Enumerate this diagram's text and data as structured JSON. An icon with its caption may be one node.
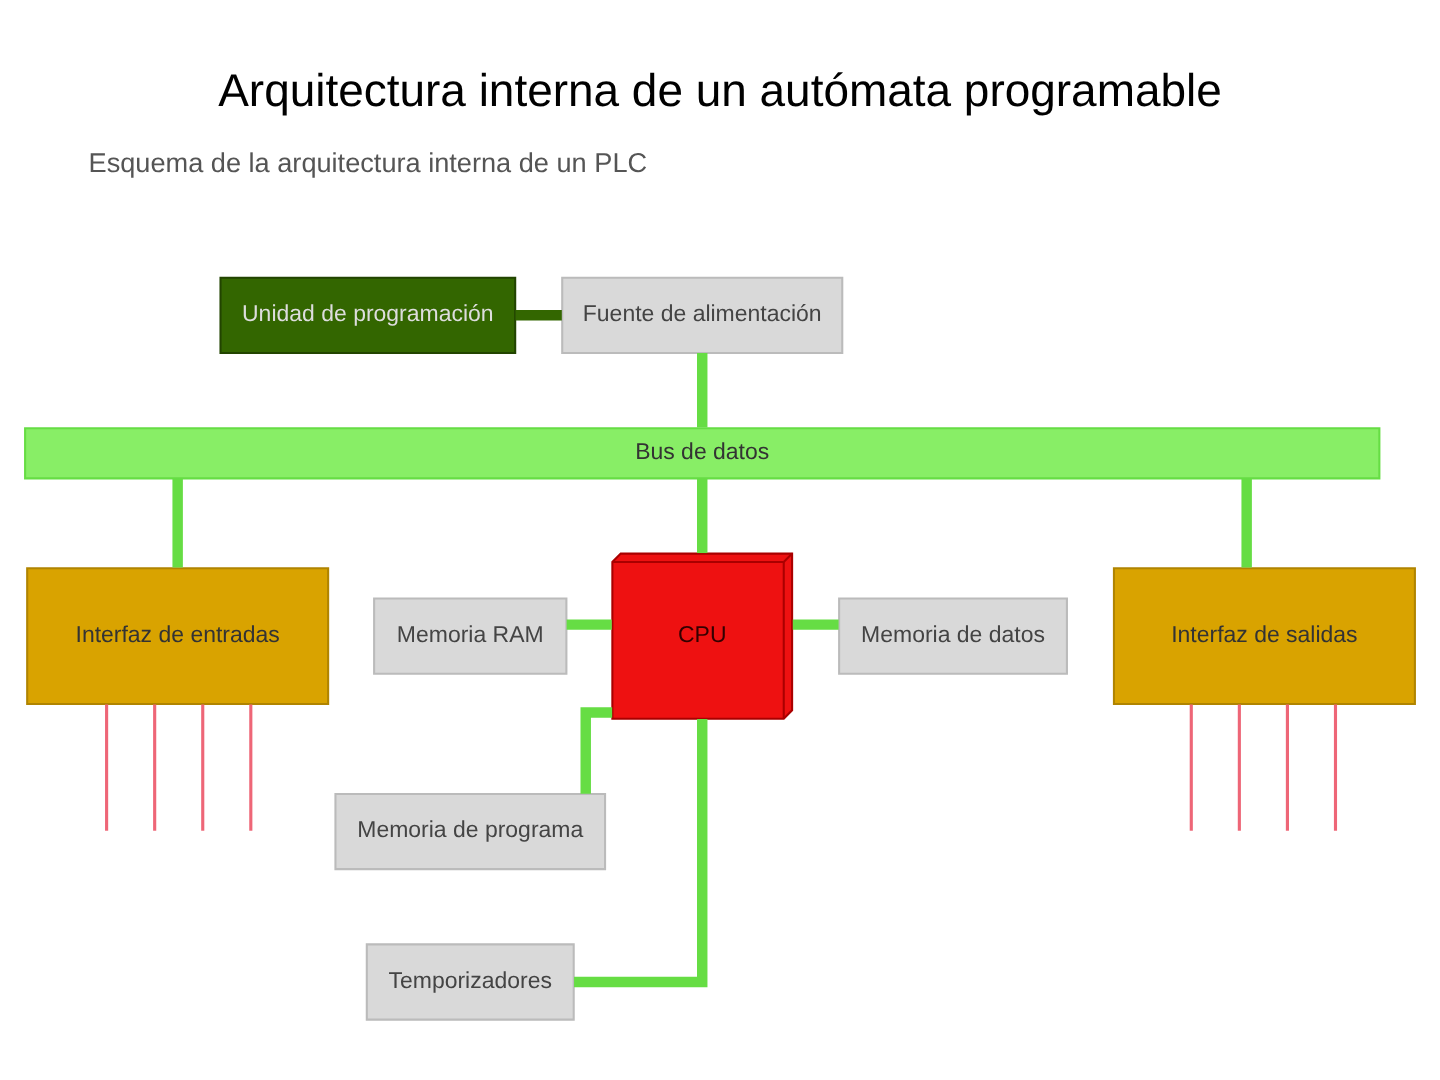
{
  "diagram": {
    "title": "Arquitectura interna de un autómata programable",
    "nodes": [
      {
        "text": [
          "Unidad de programación"
        ]
      },
      {
        "text": [
          "Fuente de alimentación"
        ]
      },
      {
        "text": [
          "Bus de datos"
        ]
      },
      {
        "text": [
          "Interfaz de entradas"
        ]
      },
      {
        "text": [
          "Memoria RAM"
        ]
      },
      {
        "text": [
          "Memoria de programa"
        ]
      },
      {
        "text": [
          "Temporizadores"
        ]
      },
      {
        "text": [
          "CPU"
        ]
      },
      {
        "text": [
          "Memoria de datos"
        ]
      },
      {
        "text": [
          "Interfaz de salidas"
        ]
      }
    ],
    "edges": [
      {
        "from": 0,
        "to": 1,
        "arrow": "none",
        "color": "#336600"
      },
      {
        "from": 1,
        "to": 2,
        "arrow": "none"
      },
      {
        "from": 2,
        "to": 3,
        "arrow": "none"
      },
      {
        "from": 2,
        "to": 7,
        "arrow": "none"
      },
      {
        "from": 2,
        "to": 9,
        "arrow": "none"
      },
      {
        "from": 4,
        "to": 7,
        "arrow": "none"
      },
      {
        "from": 5,
        "to": 7,
        "arrow": "none"
      },
      {
        "from": 6,
        "to": 7,
        "arrow": "none"
      },
      {
        "from": 7,
        "to": 8,
        "arrow": "none"
      },
      {
        "from": null,
        "to": 3,
        "arrow": "none",
        "color": "#ee6677"
      },
      {
        "from": null,
        "to": 3,
        "arrow": "none",
        "color": "#ee6677"
      },
      {
        "from": null,
        "to": 3,
        "arrow": "none",
        "color": "#ee6677"
      },
      {
        "from": null,
        "to": 3,
        "arrow": "none",
        "color": "#ee6677"
      },
      {
        "from": 9,
        "to": null,
        "arrow": "none",
        "color": "#ee6677"
      },
      {
        "from": 9,
        "to": null,
        "arrow": "none",
        "color": "#ee6677"
      },
      {
        "from": 9,
        "to": null,
        "arrow": "none",
        "color": "#ee6677"
      },
      {
        "from": 9,
        "to": null,
        "arrow": "none",
        "color": "#ee6677"
      }
    ],
    "labels": [
      "Esquema de la arquitectura interna de un PLC"
    ]
  }
}
